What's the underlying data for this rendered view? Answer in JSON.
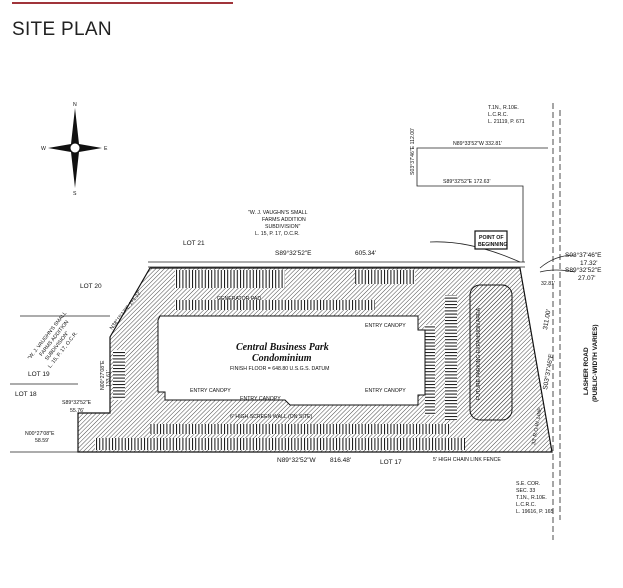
{
  "page": {
    "title": "SITE PLAN",
    "accent_color": "#a0343a"
  },
  "plan": {
    "compass": {
      "icon": "north-arrow-compass-icon",
      "n": "N",
      "s": "S",
      "e": "E",
      "w": "W"
    },
    "building_name_1": "Central Business Park",
    "building_name_2": "Condominium",
    "finish_floor": "FINISH FLOOR = 648.80 U.S.G.S. DATUM",
    "subdivision_top": [
      "\"W. J. VAUGHN'S SMALL",
      "FARMS ADDITION",
      "SUBDIVISION\"",
      "L. 15, P. 17, O.C.R."
    ],
    "subdivision_left": [
      "\"W. J. VAUGHN'S SMALL",
      "FARMS ADDITION",
      "SUBDIVISION\"",
      "L. 15, P. 17, O.C.R."
    ],
    "lots": {
      "lot21": "LOT 21",
      "lot20": "LOT 20",
      "lot19": "LOT 19",
      "lot18": "LOT 18",
      "lot17": "LOT 17"
    },
    "bearings": {
      "top_bearing": "S89°32'52\"E",
      "top_distance": "605.34'",
      "diag": "N38°15'17\"E 171.22'",
      "left_vert": "N00°27'08\"E",
      "left_vert_dist": "133.61'",
      "step_bearing": "S89°32'52\"E",
      "step_dist": "55.76'",
      "left_low": "N00°27'08\"E",
      "left_low_dist": "58.59'",
      "bottom_bearing": "N89°32'52\"W",
      "bottom_distance": "816.48'",
      "right_bearing": "S03°37'46\"E",
      "right_distance": "311.00'",
      "pob_bearing": "S03°37'46\"E",
      "pob_dist": "17.32'",
      "pob_bearing2": "S89°32'52\"E",
      "pob_dist2": "27.07'",
      "upper_n": "N89°33'52\"W 332.81'",
      "upper_s": "S89°32'52\"E 172.63'",
      "upper_v": "S03°37'46\"E 112.00'",
      "dist_32": "32.81'"
    },
    "labels": {
      "entry_canopy": "ENTRY CANOPY",
      "generator": "GENERATOR PAD",
      "screen_wall": "6' HIGH SCREEN WALL (ON SITE)",
      "fence": "5' HIGH CHAIN LINK FENCE",
      "pob": [
        "POINT OF",
        "BEGINNING"
      ],
      "road": [
        "LASHER ROAD",
        "(PUBLIC-WIDTH VARIES)"
      ],
      "row_line": "33' R.O.W. LINE",
      "future_parking": "FUTURE PARKING EXPANSION AREA",
      "ne_ref": [
        "T.1N., R.10E.",
        "L.C.R.C.",
        "L. 21119, P. 671"
      ],
      "se_corner": [
        "S.E. COR.",
        "SEC. 33",
        "T.1N., R.10E.",
        "L.C.R.C.",
        "L. 19616, P. 165"
      ]
    }
  }
}
